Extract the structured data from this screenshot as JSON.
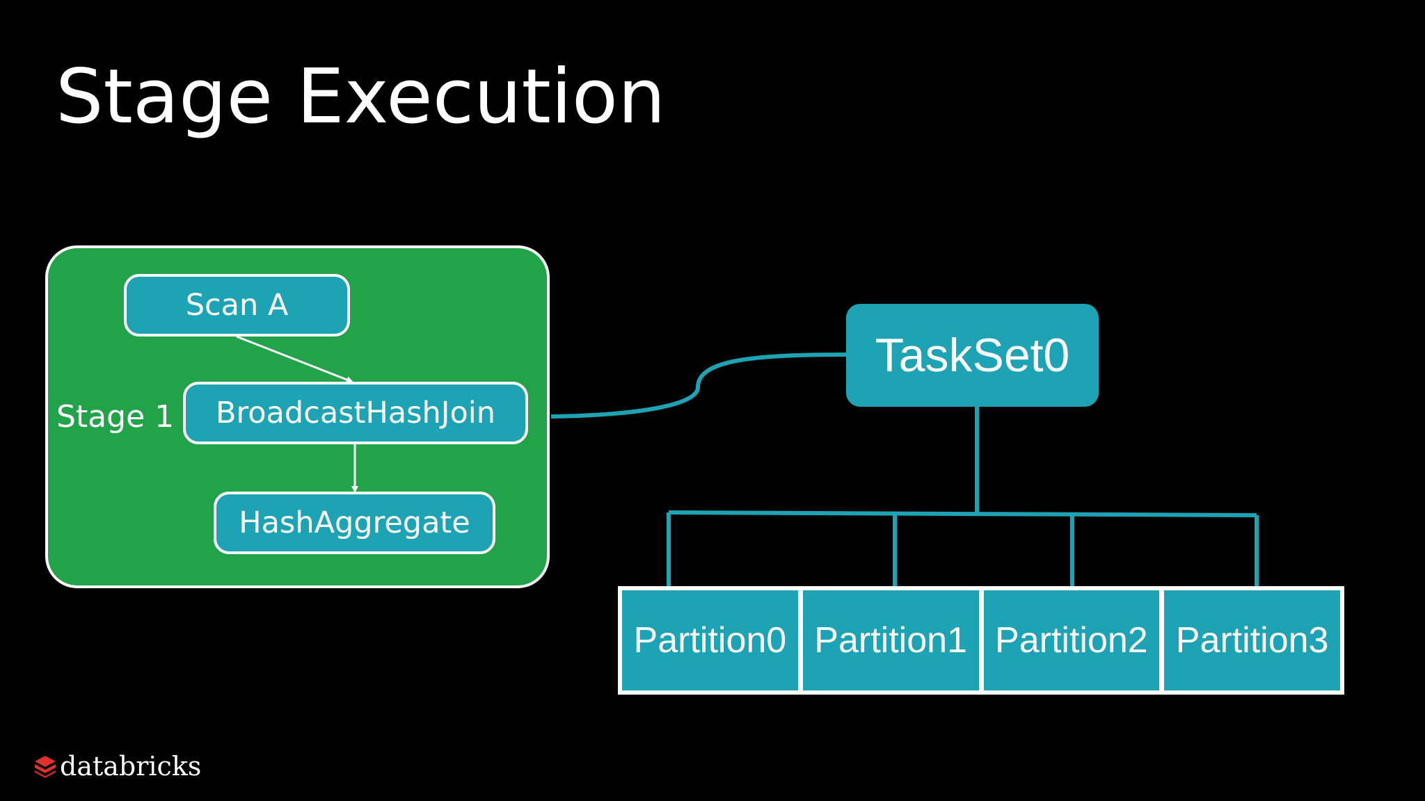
{
  "title": "Stage Execution",
  "stage": {
    "label": "Stage 1",
    "nodes": {
      "scan": "Scan A",
      "join": "BroadcastHashJoin",
      "aggregate": "HashAggregate"
    }
  },
  "taskset": {
    "label": "TaskSet0"
  },
  "partitions": [
    "Partition0",
    "Partition1",
    "Partition2",
    "Partition3"
  ],
  "logo": {
    "text": "databricks"
  },
  "colors": {
    "background": "#000000",
    "stage_green": "#22a34a",
    "node_teal": "#1ea3b5",
    "logo_red": "#e0322b"
  }
}
